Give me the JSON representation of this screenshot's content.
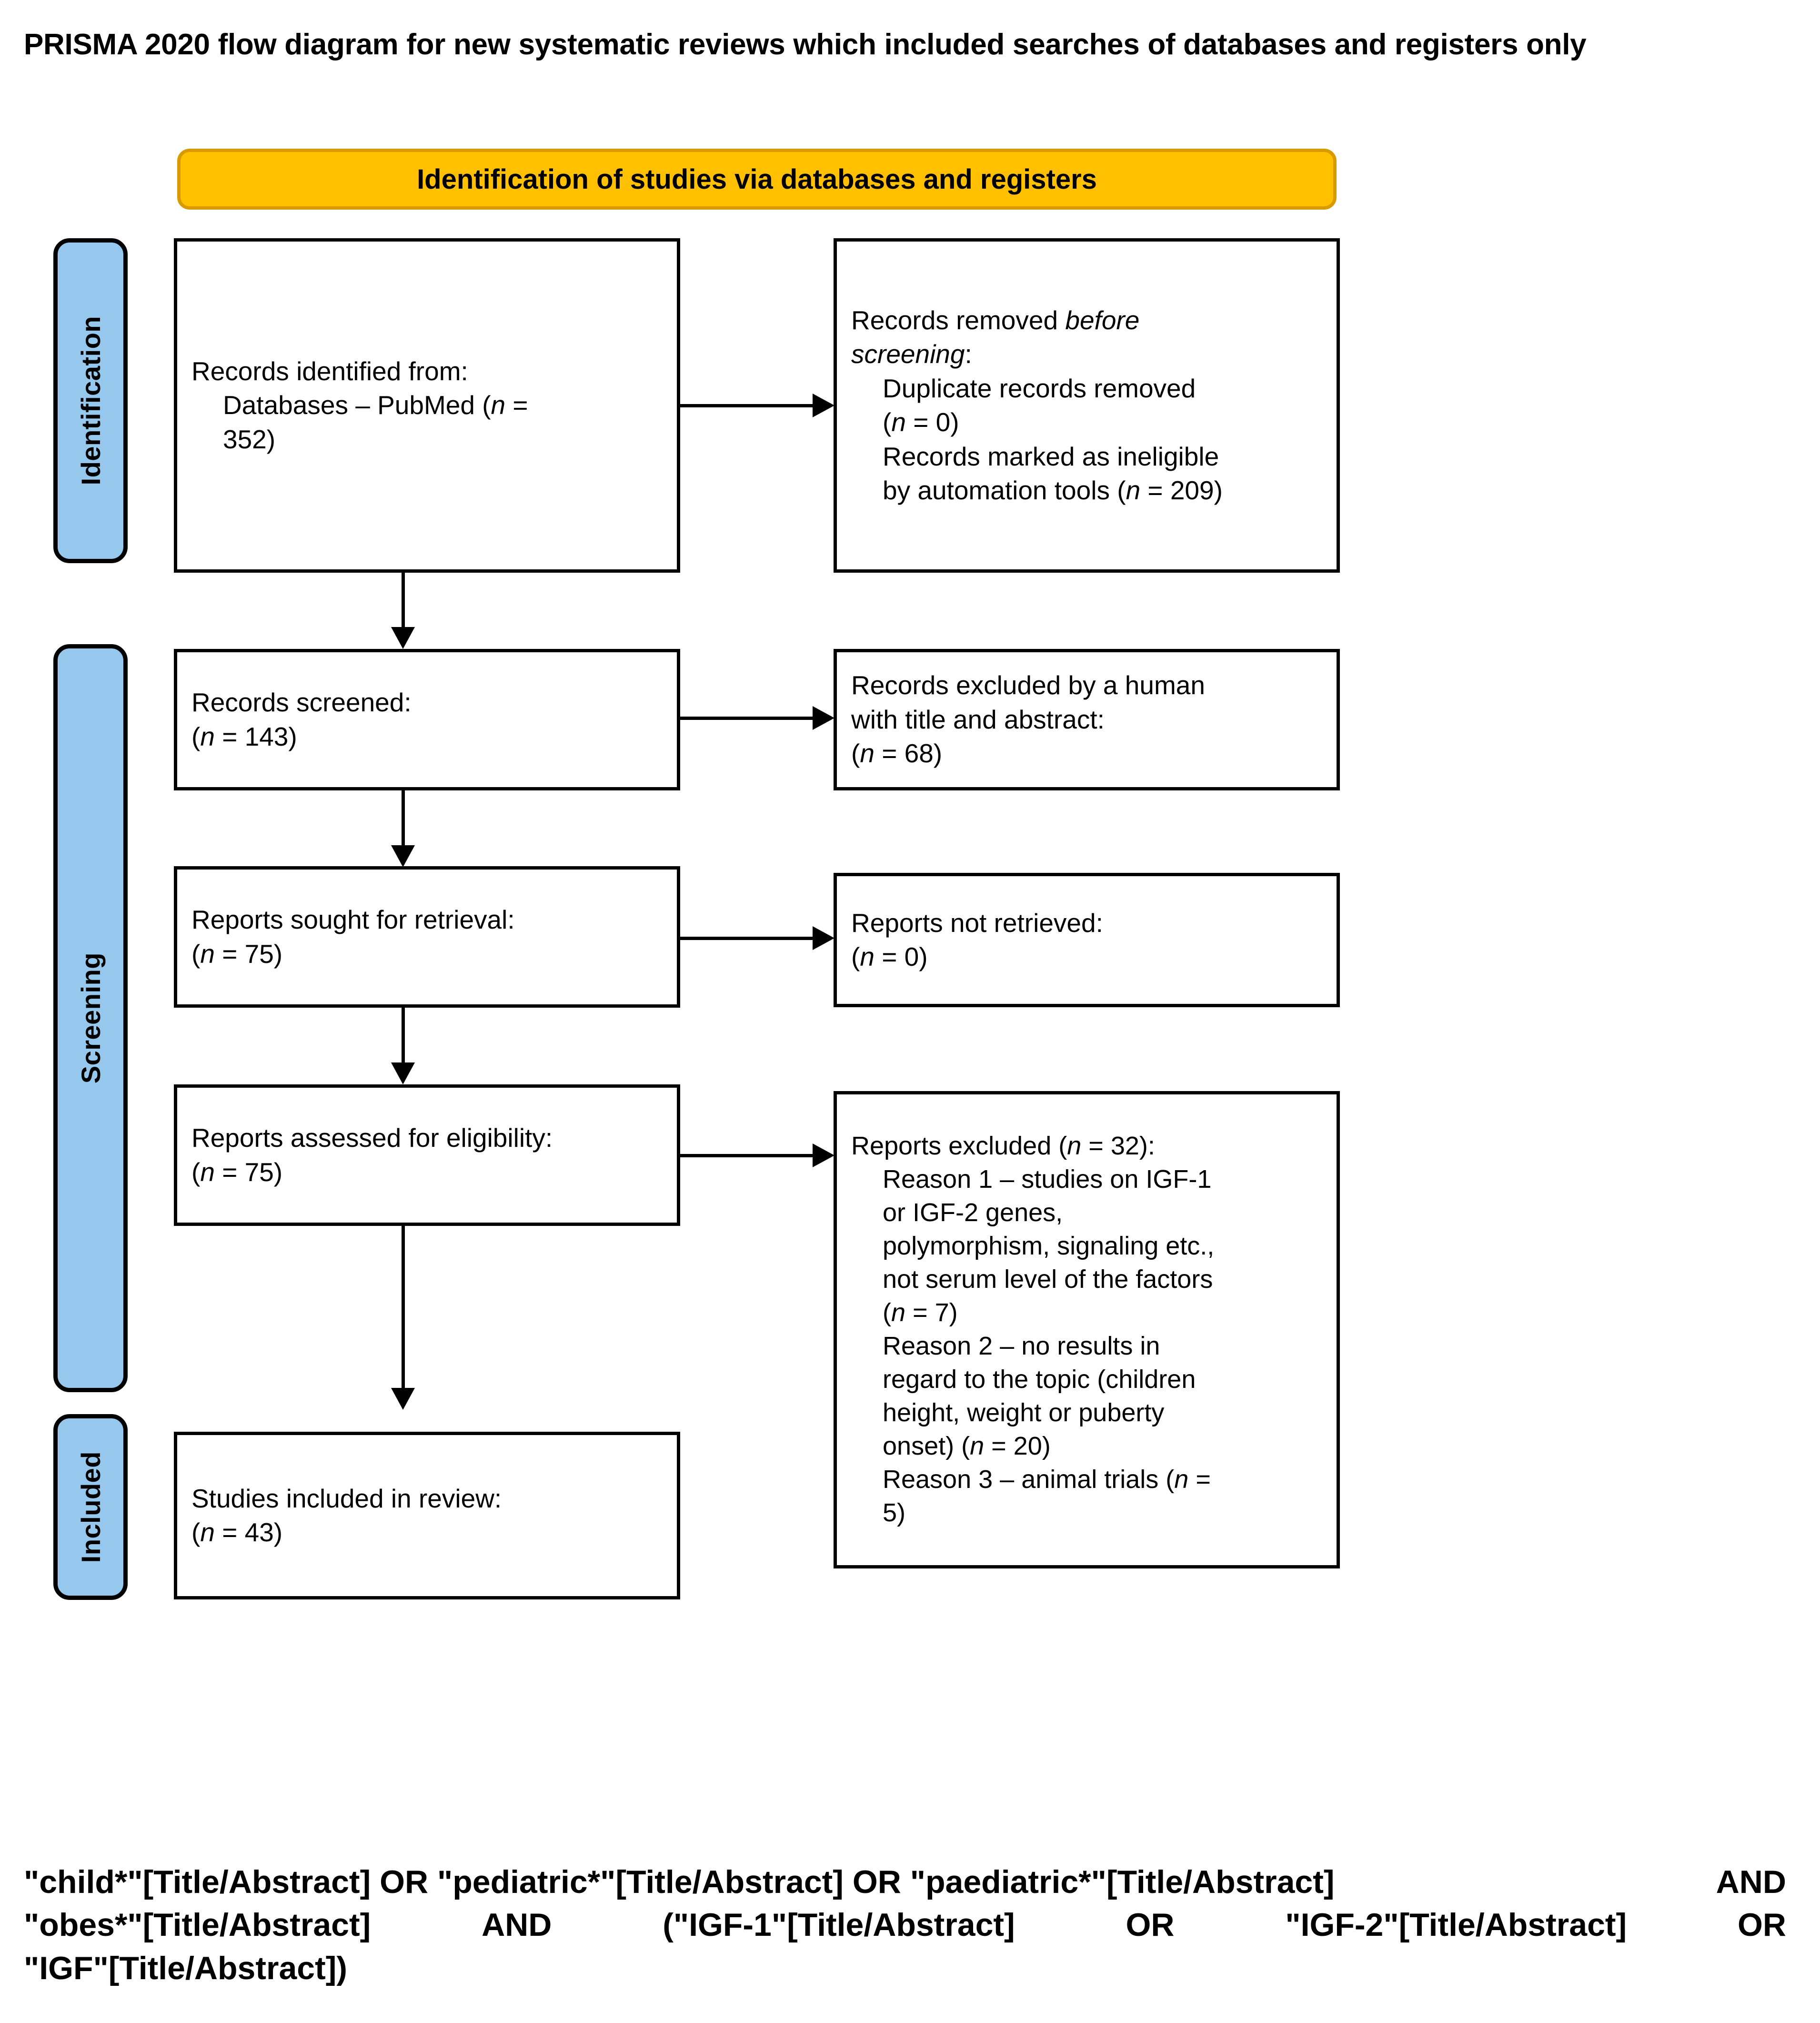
{
  "title": "PRISMA 2020 flow diagram for new systematic reviews which included searches of databases and registers only",
  "colors": {
    "banner_fill": "#FFC000",
    "banner_border": "#D99A00",
    "phase_bar_fill": "#95C8EC",
    "box_border": "#000000",
    "box_fill": "#FFFFFF"
  },
  "banner": {
    "label": "Identification of studies via databases and registers"
  },
  "phases": [
    {
      "id": "identification",
      "label": "Identification"
    },
    {
      "id": "screening",
      "label": "Screening"
    },
    {
      "id": "included",
      "label": "Included"
    }
  ],
  "boxes": {
    "records_identified": {
      "lines": [
        "Records identified from:",
        "Databases – PubMed (n =",
        "352)"
      ]
    },
    "records_removed": {
      "lines": [
        "Records removed before",
        "screening:",
        "Duplicate records removed",
        "(n = 0)",
        "Records marked as ineligible",
        "by automation tools (n = 209)"
      ]
    },
    "records_screened": {
      "lines": [
        "Records screened:",
        "(n = 143)"
      ]
    },
    "records_excluded": {
      "lines": [
        "Records excluded by a human",
        "with title and abstract:",
        "(n = 68)"
      ]
    },
    "reports_sought": {
      "lines": [
        "Reports sought for retrieval:",
        "(n = 75)"
      ]
    },
    "reports_not_retrieved": {
      "lines": [
        "Reports not retrieved:",
        "(n = 0)"
      ]
    },
    "reports_assessed": {
      "lines": [
        "Reports assessed for eligibility:",
        "(n = 75)"
      ]
    },
    "reports_excluded": {
      "lines": [
        "Reports excluded (n = 32):",
        "Reason 1 – studies on IGF-1",
        "or IGF-2 genes,",
        "polymorphism, signaling etc.,",
        "not serum level of the factors",
        "(n = 7)",
        "Reason 2 – no results in",
        "regard to the topic (children",
        "height, weight or puberty",
        "onset) (n = 20)",
        "Reason 3 – animal trials (n =",
        "5)"
      ]
    },
    "studies_included": {
      "lines": [
        "Studies included in review:",
        "(n = 43)"
      ]
    }
  },
  "counts": {
    "identified_pubmed": 352,
    "duplicates_removed": 0,
    "ineligible_automation": 209,
    "screened": 143,
    "excluded_title_abstract": 68,
    "sought_for_retrieval": 75,
    "not_retrieved": 0,
    "assessed_for_eligibility": 75,
    "reports_excluded_total": 32,
    "reason_1": 7,
    "reason_2": 20,
    "reason_3": 5,
    "studies_included": 43
  },
  "search_query": {
    "line1_a": "\"child*\"[Title/Abstract] OR \"pediatric*\"[Title/Abstract] OR \"paediatric*\"[Title/Abstract]",
    "line1_b": "AND",
    "line2_a": "\"obes*\"[Title/Abstract]",
    "line2_b": "AND",
    "line2_c": "(\"IGF-1\"[Title/Abstract]",
    "line2_d": "OR",
    "line2_e": "\"IGF-2\"[Title/Abstract]",
    "line2_f": "OR",
    "line3": "\"IGF\"[Title/Abstract])",
    "full": "\"child*\"[Title/Abstract] OR \"pediatric*\"[Title/Abstract] OR \"paediatric*\"[Title/Abstract] AND \"obes*\"[Title/Abstract] AND (\"IGF-1\"[Title/Abstract] OR \"IGF-2\"[Title/Abstract] OR \"IGF\"[Title/Abstract])"
  }
}
